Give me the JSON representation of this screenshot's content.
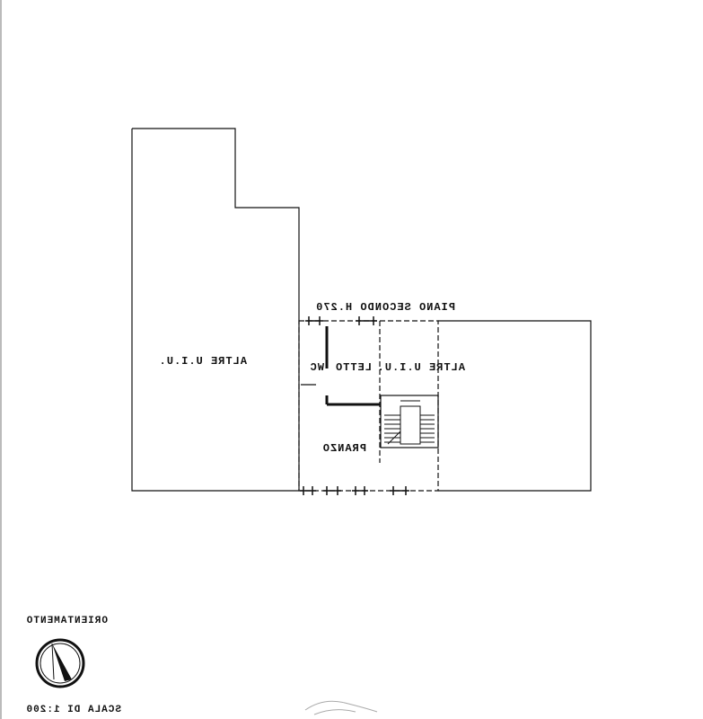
{
  "plan": {
    "floor_title": "PIANO SECONDO H.270",
    "rooms": {
      "left_block": "ALTRE U.I.U.",
      "right_block": "ALTRE U.I.U.",
      "wc": "WC",
      "letto": "LETTO",
      "pranzo": "PRANZO"
    },
    "orientation_label": "ORIENTAMENTO",
    "scale_label": "SCALA DI 1:200"
  }
}
